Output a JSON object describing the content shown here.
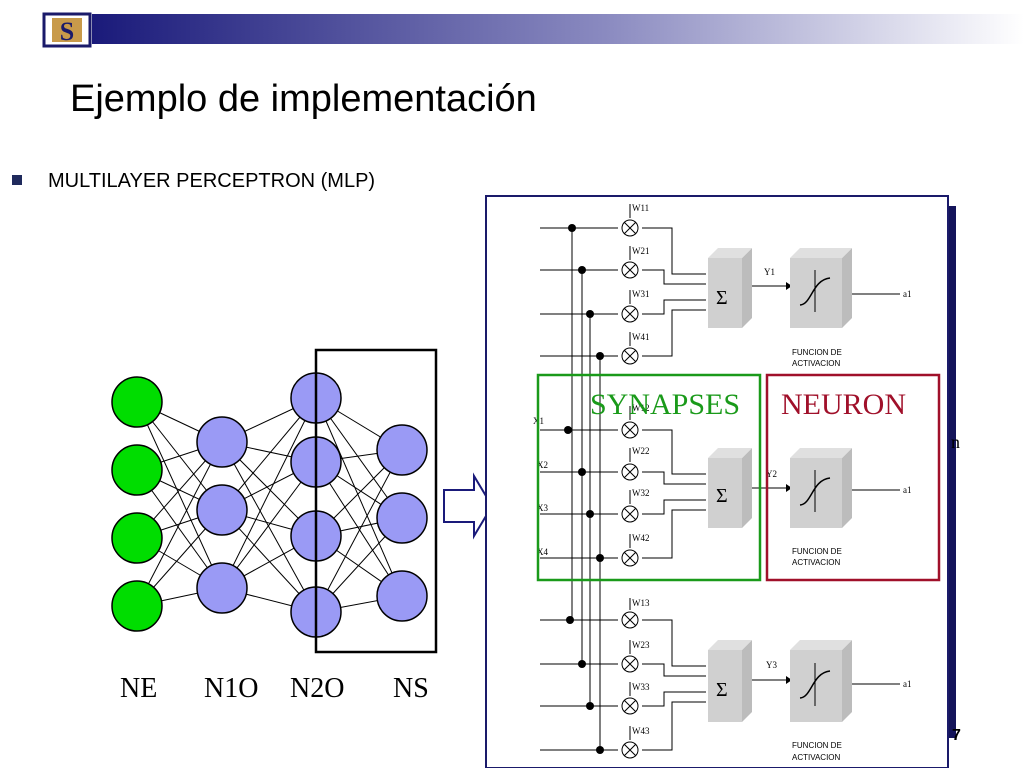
{
  "slide": {
    "title": "Ejemplo de implementación",
    "bullet": "MULTILAYER PERCEPTRON (MLP)",
    "logo_letter": "S",
    "page_number": "7"
  },
  "network": {
    "layer_labels": [
      "NE",
      "N1O",
      "N2O",
      "NS"
    ],
    "input_color": "#00dd00",
    "hidden_color": "#9a9af5"
  },
  "circuit": {
    "weights": {
      "block1": [
        "W11",
        "W21",
        "W31",
        "W41"
      ],
      "block2": [
        "W12",
        "W22",
        "W32",
        "W42"
      ],
      "block3": [
        "W13",
        "W23",
        "W33",
        "W43"
      ]
    },
    "outputs": [
      "Y1",
      "Y2",
      "Y3"
    ],
    "activations": [
      "a1",
      "a1",
      "a1"
    ],
    "inputs": [
      "X1",
      "X2",
      "X3",
      "X4"
    ],
    "sum_symbol": "Σ",
    "activation_label_line1": "FUNCION DE",
    "activation_label_line2": "ACTIVACION",
    "synapses_label": "SYNAPSES",
    "neuron_label": "NEURON",
    "synapses_color": "#1a9a1a",
    "neuron_color": "#a0102a"
  }
}
